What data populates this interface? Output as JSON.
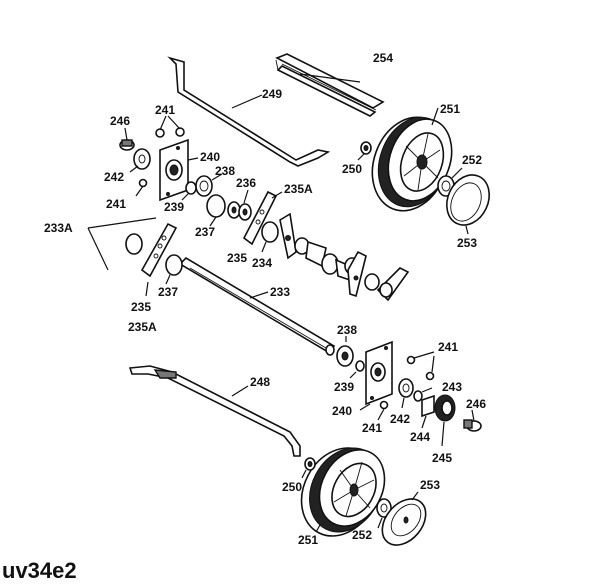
{
  "caption": "uv34e2",
  "labels": {
    "l254": "254",
    "l249": "249",
    "l251a": "251",
    "l246a": "246",
    "l241a": "241",
    "l240a": "240",
    "l250a": "250",
    "l252a": "252",
    "l238a": "238",
    "l242a": "242",
    "l236": "236",
    "l235Aa": "235A",
    "l241b": "241",
    "l239a": "239",
    "l237a": "237",
    "l233A": "233A",
    "l253a": "253",
    "l235a": "235",
    "l234": "234",
    "l237b": "237",
    "l233": "233",
    "l235b": "235",
    "l235Ab": "235A",
    "l238b": "238",
    "l241c": "241",
    "l248": "248",
    "l239b": "239",
    "l243": "243",
    "l240b": "240",
    "l242b": "242",
    "l246b": "246",
    "l241d": "241",
    "l244": "244",
    "l245": "245",
    "l250b": "250",
    "l253b": "253",
    "l252b": "252",
    "l251b": "251"
  }
}
